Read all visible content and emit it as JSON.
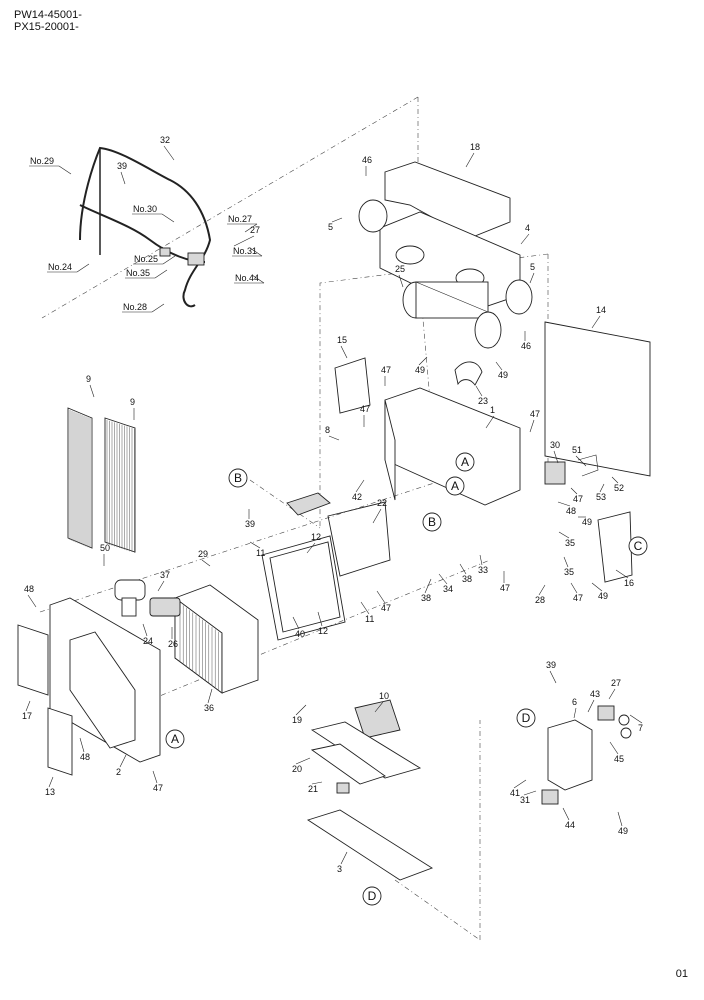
{
  "header": {
    "line1": "PW14-45001-",
    "line2": "PX15-20001-"
  },
  "page_number": "01",
  "connector_labels": [
    "No.29",
    "No.30",
    "No.27",
    "No.25",
    "No.31",
    "No.35",
    "No.44",
    "No.24",
    "No.28"
  ],
  "reference_markers": [
    "A",
    "B",
    "A",
    "B",
    "A",
    "C",
    "D",
    "D",
    "C"
  ],
  "part_numbers": [
    "32",
    "39",
    "18",
    "46",
    "5",
    "4",
    "27",
    "25",
    "5",
    "46",
    "14",
    "15",
    "47",
    "49",
    "49",
    "23",
    "1",
    "9",
    "9",
    "47",
    "8",
    "47",
    "30",
    "51",
    "47",
    "53",
    "52",
    "42",
    "22",
    "48",
    "49",
    "50",
    "39",
    "12",
    "35",
    "29",
    "11",
    "35",
    "16",
    "37",
    "33",
    "38",
    "38",
    "34",
    "47",
    "28",
    "47",
    "49",
    "24",
    "26",
    "40",
    "12",
    "11",
    "47",
    "48",
    "36",
    "39",
    "17",
    "27",
    "10",
    "43",
    "6",
    "7",
    "19",
    "45",
    "48",
    "13",
    "2",
    "47",
    "20",
    "41",
    "31",
    "21",
    "44",
    "49",
    "3"
  ]
}
